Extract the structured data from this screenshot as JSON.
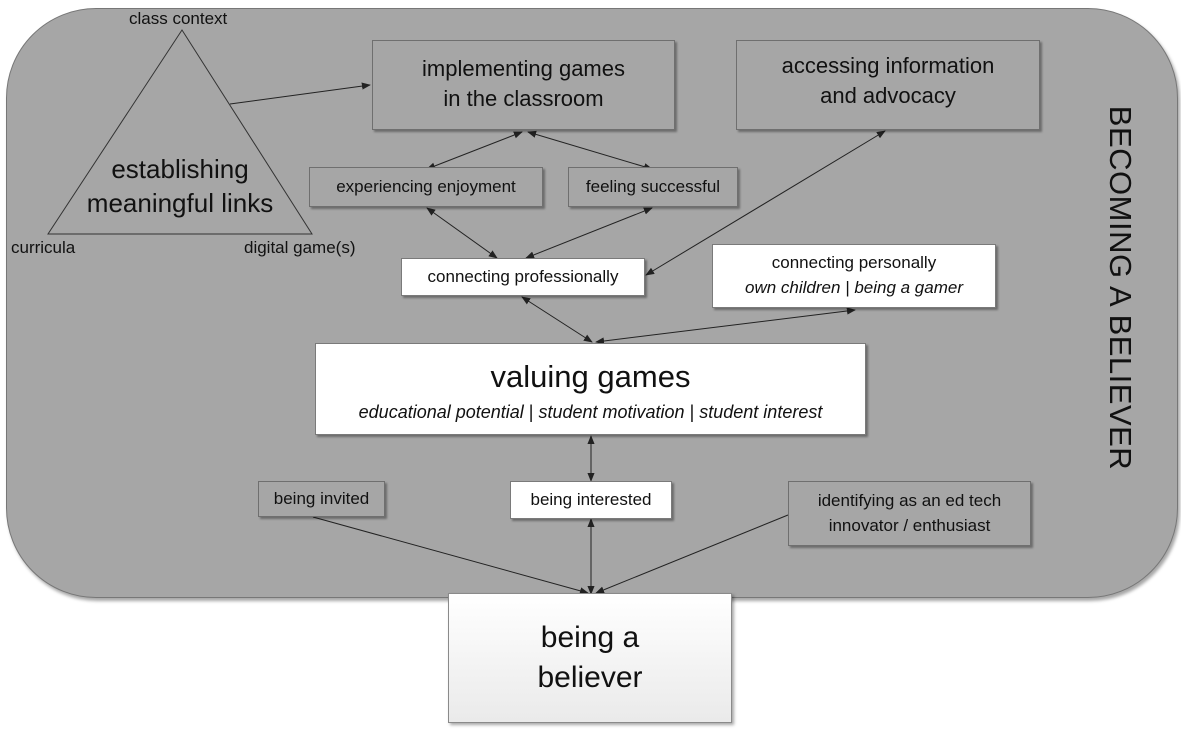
{
  "outer_label": "BECOMING A BELIEVER",
  "triangle": {
    "label_top": "class context",
    "label_left": "curricula",
    "label_right": "digital game(s)",
    "center_line1": "establishing",
    "center_line2": "meaningful links"
  },
  "nodes": {
    "implementing_line1": "implementing games",
    "implementing_line2": "in the classroom",
    "accessing_line1": "accessing information",
    "accessing_line2": "and advocacy",
    "enjoyment": "experiencing enjoyment",
    "successful": "feeling successful",
    "professionally": "connecting professionally",
    "personally_title": "connecting personally",
    "personally_sub1": "own children",
    "personally_sep": " | ",
    "personally_sub2": "being a gamer",
    "valuing_title": "valuing games",
    "valuing_sub1": "educational potential",
    "valuing_sep1": " | ",
    "valuing_sub2": "student motivation",
    "valuing_sep2": " | ",
    "valuing_sub3": "student interest",
    "invited": "being invited",
    "interested": "being interested",
    "ed_tech_line1": "identifying as an ed tech",
    "ed_tech_line2": "innovator / enthusiast",
    "believer_line1": "being a",
    "believer_line2": "believer"
  }
}
